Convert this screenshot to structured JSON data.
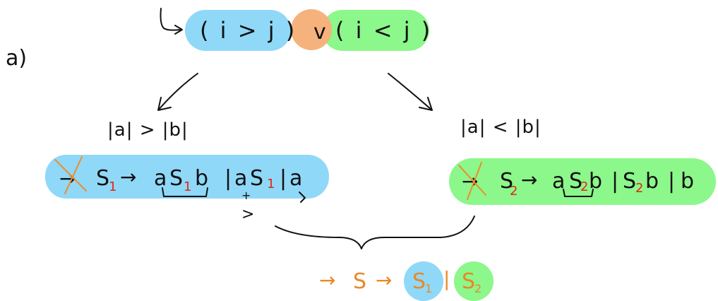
{
  "colors": {
    "blue": "#8fd8f8",
    "orange": "#f6b27c",
    "green": "#8cf78a",
    "ink": "#111111",
    "red_subscript": "#e0261a",
    "orange_ink": "#e8892a"
  },
  "part_label": "a)",
  "condition": {
    "left": "( i > j )",
    "or": "v",
    "right": "( i < j )"
  },
  "branches": {
    "left_condition": "|a| > |b|",
    "right_condition": "|a| < |b|"
  },
  "rules": {
    "s1": {
      "arrow": "→",
      "head": "S",
      "head_sub": "1",
      "production_arrow": "→",
      "alt1_a": "a",
      "alt1_S": "S",
      "alt1_sub": "1",
      "alt1_b": "b",
      "sep1": "|",
      "alt2_a": "a",
      "alt2_S": "S",
      "alt2_sub": "1",
      "sep2": "|",
      "alt3_a": "a",
      "marks": [
        "+",
        ">"
      ]
    },
    "s2": {
      "arrow": "→",
      "head": "S",
      "head_sub": "2",
      "production_arrow": "→",
      "alt1_a": "a",
      "alt1_S": "S",
      "alt1_sub": "2",
      "alt1_b": "b",
      "sep1": "|",
      "alt2_S": "S",
      "alt2_sub": "2",
      "alt2_b": "b",
      "sep2": "|",
      "alt3_b": "b"
    }
  },
  "start_rule": {
    "arrow": "→",
    "head": "S",
    "production_arrow": "→",
    "s1": "S",
    "s1_sub": "1",
    "sep": "|",
    "s2": "S",
    "s2_sub": "2"
  }
}
